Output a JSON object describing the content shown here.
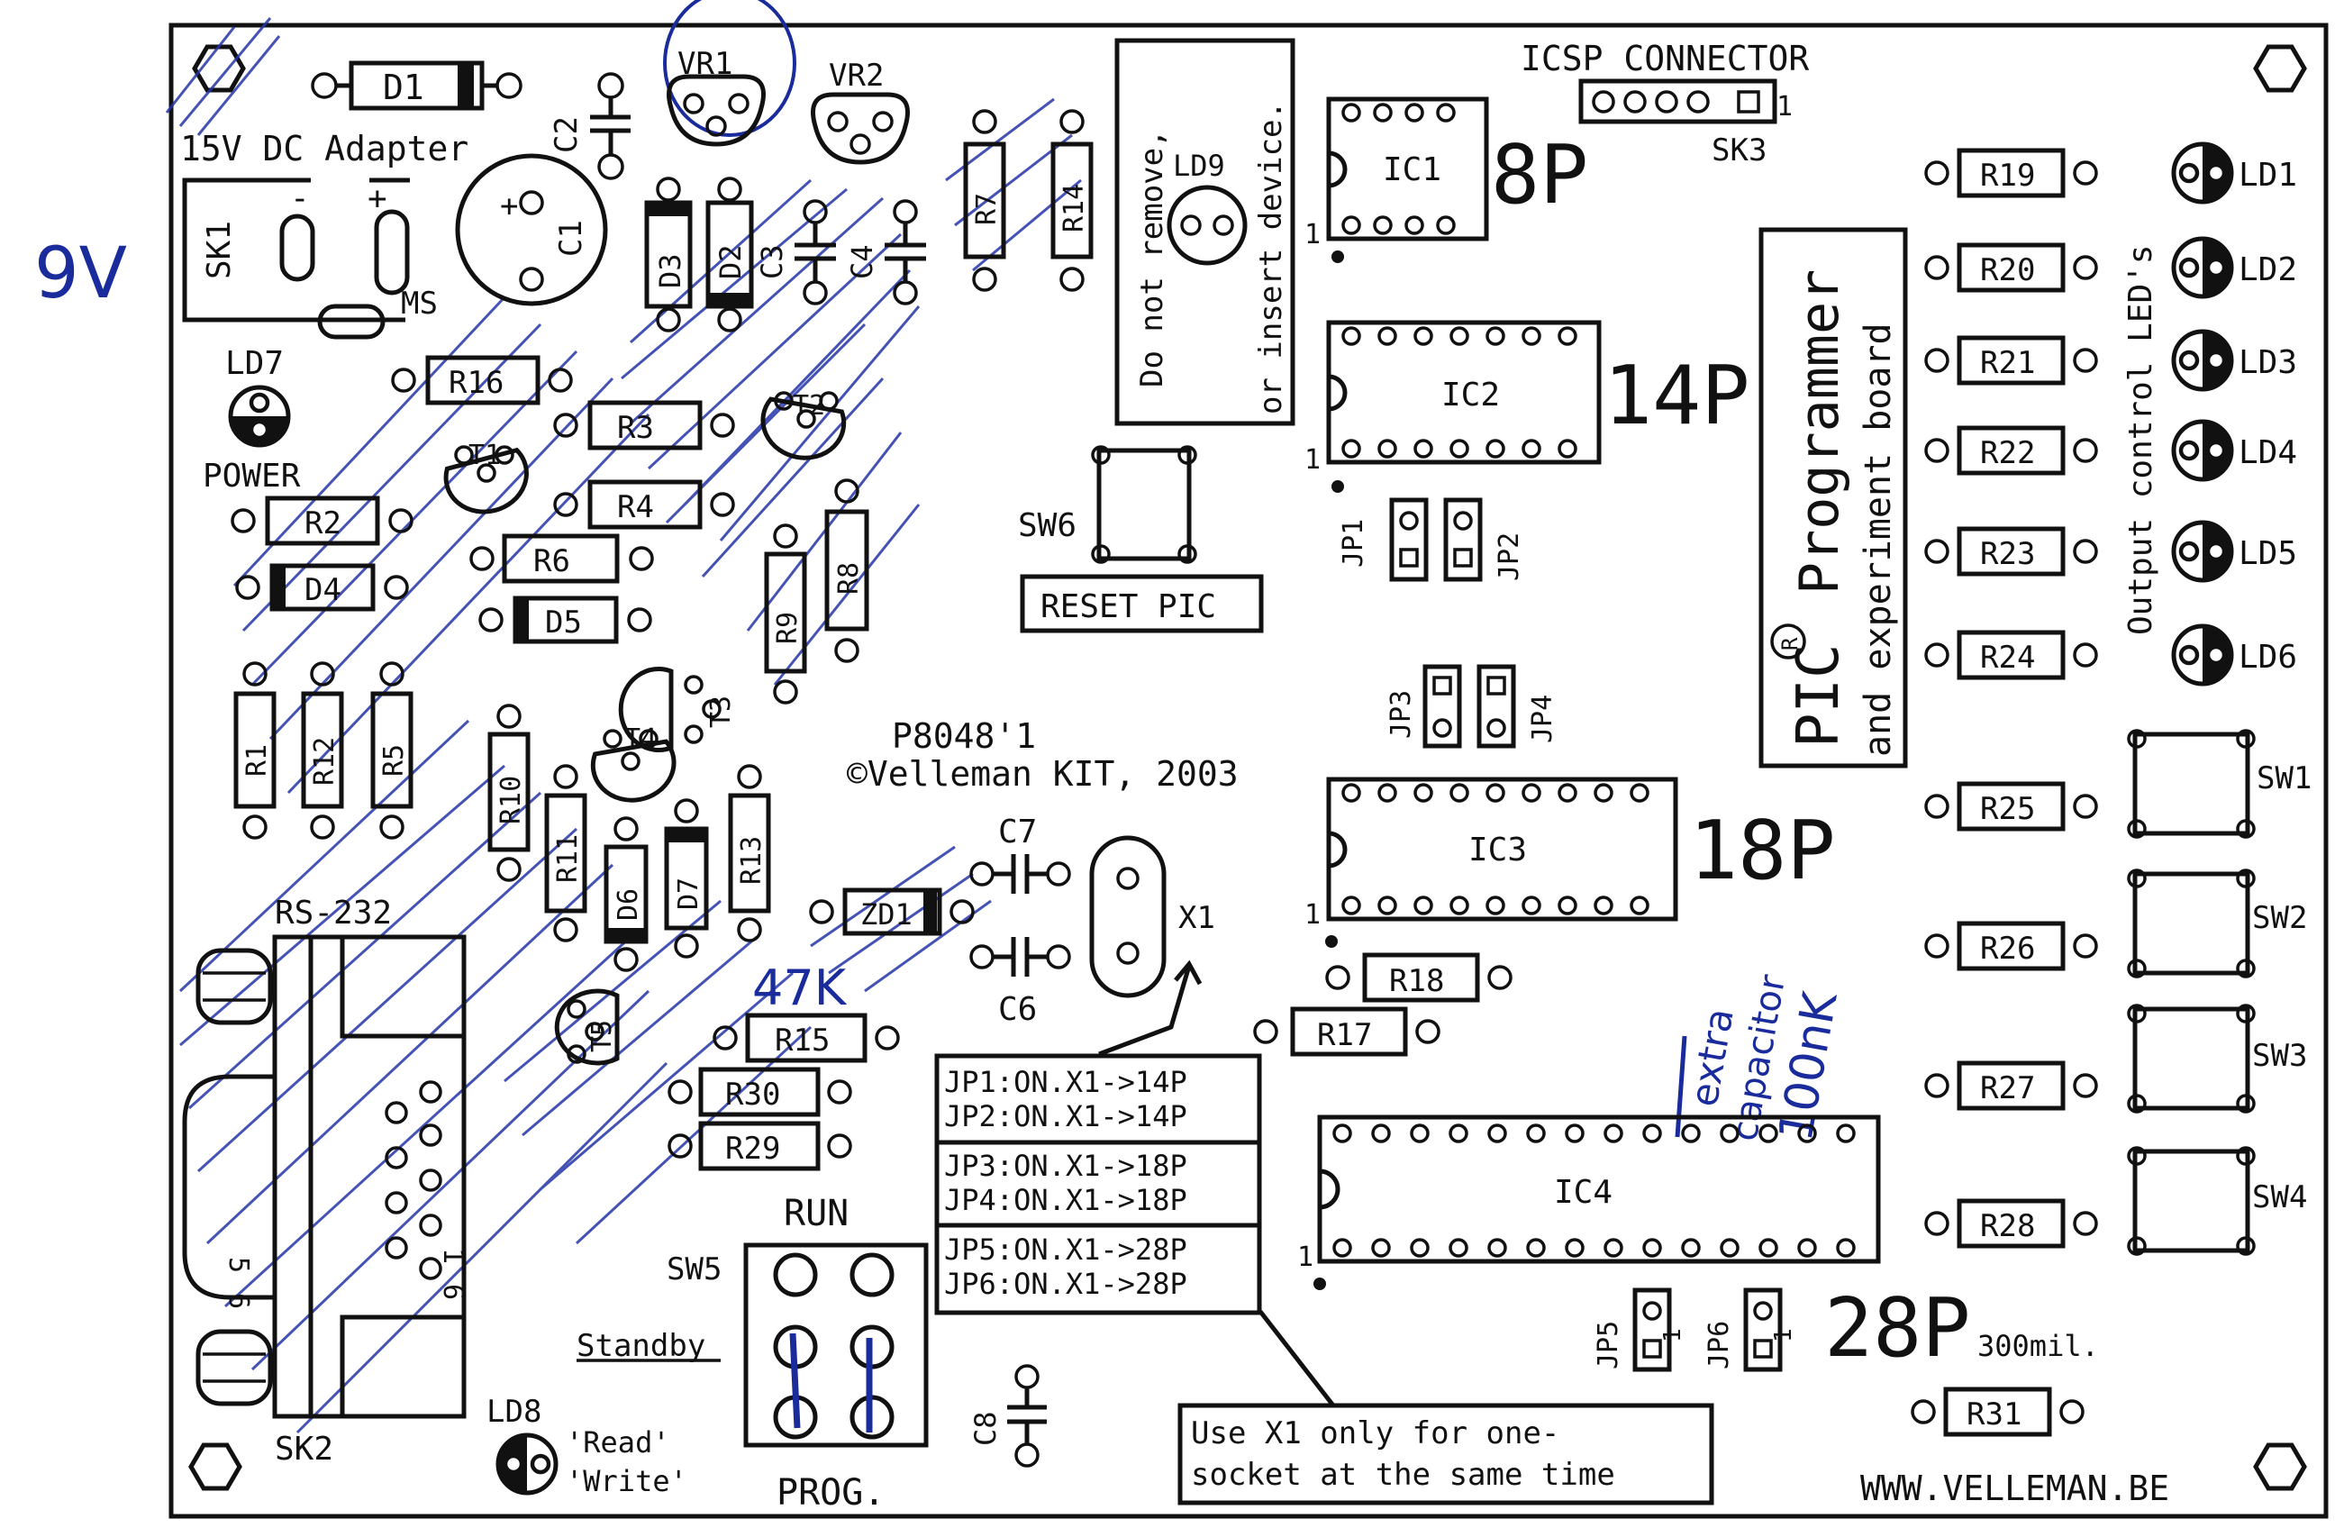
{
  "board": {
    "code": "P8048'1",
    "copyright": "©Velleman KIT, 2003",
    "website": "WWW.VELLEMAN.BE",
    "title_line1": "Programmer",
    "title_pic": "PIC",
    "title_reg": "R",
    "title_line2": "and experiment board",
    "output_leds_caption": "Output control LED's"
  },
  "power": {
    "adapter_label": "15V DC Adapter",
    "sk1_label": "SK1",
    "minus": "-",
    "plus": "+",
    "ms_label": "MS",
    "ld7_label": "LD7",
    "power_label": "POWER"
  },
  "labels": {
    "icsp": "ICSP CONNECTOR",
    "sk3": "SK3",
    "ld9_warning_line1": "Do not remove,",
    "ld9_warning_line2": "or insert device.",
    "ld9": "LD9",
    "sw6": "SW6",
    "reset": "RESET PIC",
    "rs232": "RS-232",
    "sk2": "SK2",
    "sw5": "SW5",
    "run": "RUN",
    "standby": "Standby",
    "prog": "PROG.",
    "ld8": "LD8",
    "read": "'Read'",
    "write": "'Write'",
    "x1": "X1",
    "c6": "C6",
    "c7": "C7",
    "c8": "C8",
    "one": "1",
    "five": "5",
    "six": "6",
    "note_line1": "Use X1 only for one-",
    "note_line2": "socket at the same time"
  },
  "sockets": [
    {
      "id": "IC1",
      "size": "8P"
    },
    {
      "id": "IC2",
      "size": "14P"
    },
    {
      "id": "IC3",
      "size": "18P"
    },
    {
      "id": "IC4",
      "size": "28P",
      "suffix": "300mil."
    }
  ],
  "jumper_table": [
    "JP1:ON.X1->14P",
    "JP2:ON.X1->14P",
    "JP3:ON.X1->18P",
    "JP4:ON.X1->18P",
    "JP5:ON.X1->28P",
    "JP6:ON.X1->28P"
  ],
  "jumpers": [
    "JP1",
    "JP2",
    "JP3",
    "JP4",
    "JP5",
    "JP6"
  ],
  "right_resistors": [
    "R19",
    "R20",
    "R21",
    "R22",
    "R23",
    "R24",
    "R25",
    "R26",
    "R27",
    "R28",
    "R31"
  ],
  "leds": [
    "LD1",
    "LD2",
    "LD3",
    "LD4",
    "LD5",
    "LD6"
  ],
  "switches": [
    "SW1",
    "SW2",
    "SW3",
    "SW4"
  ],
  "left_parts": {
    "d1": "D1",
    "d2": "D2",
    "d3": "D3",
    "d4": "D4",
    "d5": "D5",
    "d6": "D6",
    "d7": "D7",
    "vr1": "VR1",
    "vr2": "VR2",
    "c1": "C1",
    "c2": "C2",
    "c3": "C3",
    "c4": "C4",
    "r1": "R1",
    "r2": "R2",
    "r3": "R3",
    "r4": "R4",
    "r5": "R5",
    "r6": "R6",
    "r7": "R7",
    "r8": "R8",
    "r9": "R9",
    "r10": "R10",
    "r11": "R11",
    "r12": "R12",
    "r13": "R13",
    "r14": "R14",
    "r15": "R15",
    "r16": "R16",
    "r17": "R17",
    "r18": "R18",
    "r29": "R29",
    "r30": "R30",
    "t1": "T1",
    "t2": "T2",
    "t3": "T3",
    "t4": "T4",
    "t5": "T5",
    "zd1": "ZD1"
  },
  "handwritten": {
    "voltage": "9V",
    "r15_value": "47K",
    "extra_cap_line1": "extra",
    "extra_cap_line2": "capacitor",
    "extra_cap_line3": "100nK"
  }
}
